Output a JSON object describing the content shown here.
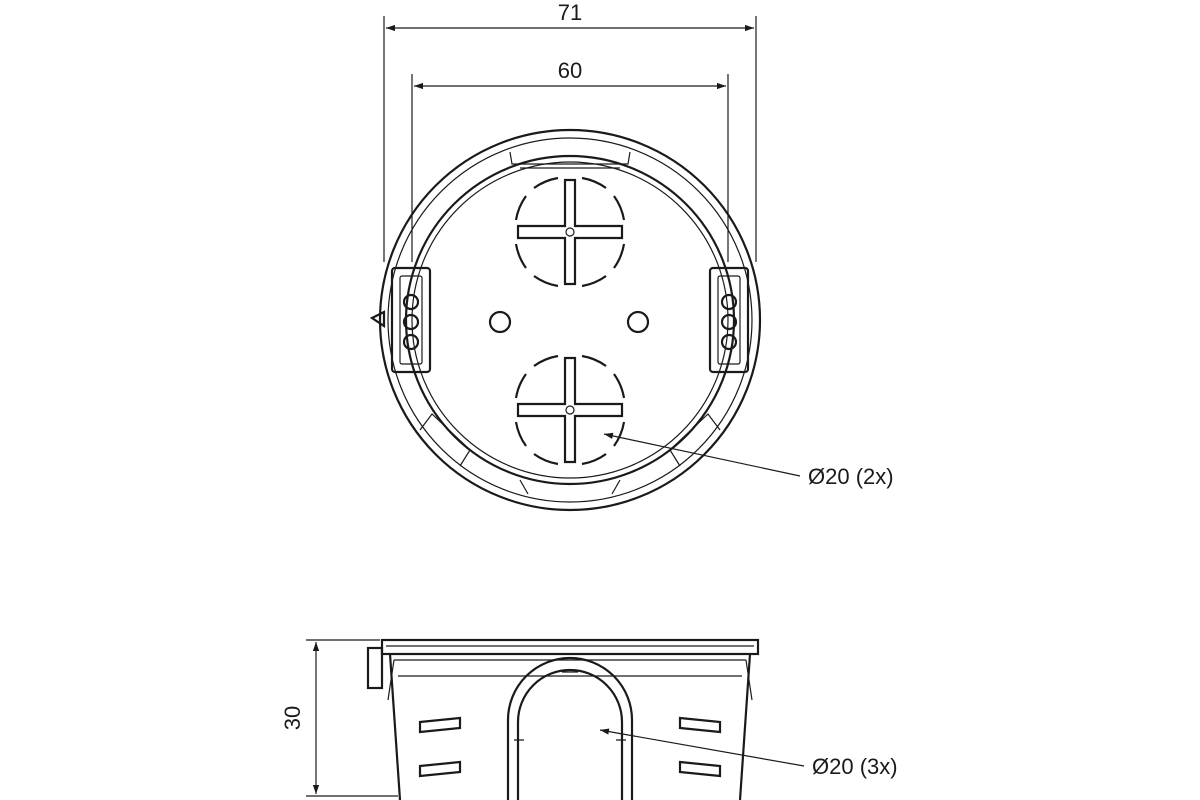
{
  "drawing": {
    "dim_outer_width": "71",
    "dim_inner_width": "60",
    "dim_height": "30",
    "callout_top": "Ø20 (2x)",
    "callout_side": "Ø20 (3x)"
  }
}
